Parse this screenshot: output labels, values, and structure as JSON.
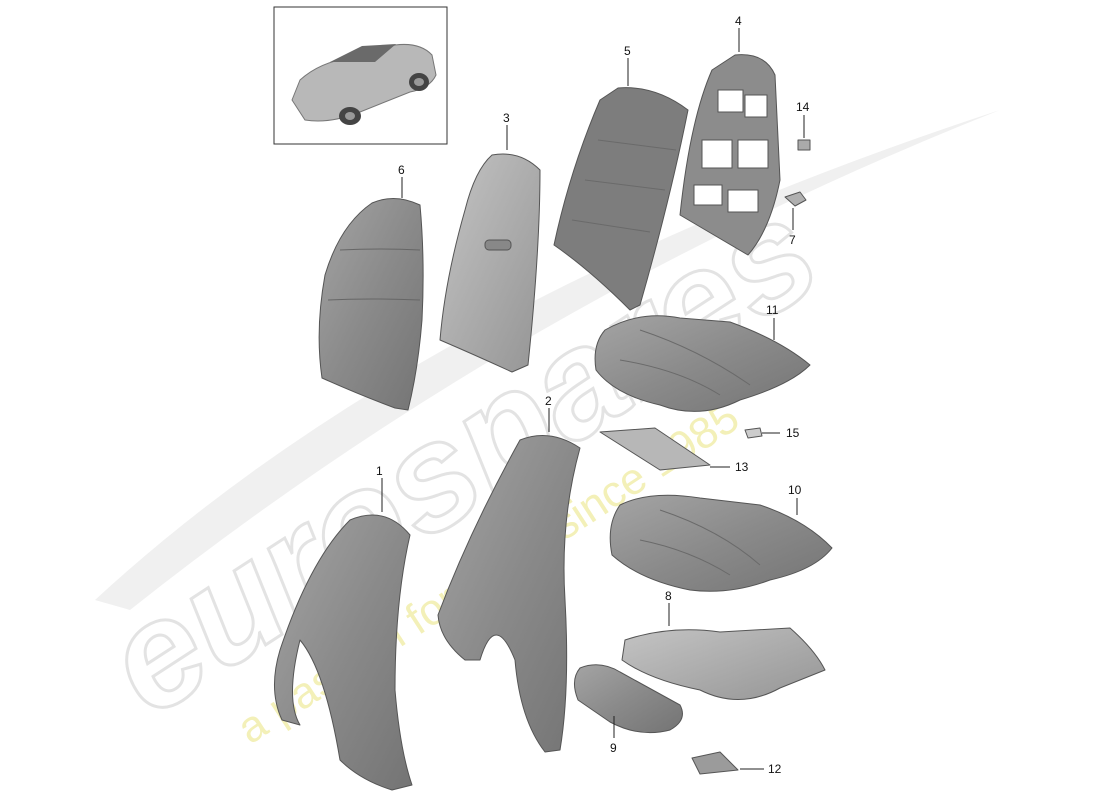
{
  "watermark": {
    "brand": "eurospares",
    "tagline": "a passion for parts since 1985"
  },
  "thumbnail": {
    "icon": "car-thumbnail-icon"
  },
  "callouts": [
    {
      "id": "1",
      "label": "1"
    },
    {
      "id": "2",
      "label": "2"
    },
    {
      "id": "3",
      "label": "3"
    },
    {
      "id": "4",
      "label": "4"
    },
    {
      "id": "5",
      "label": "5"
    },
    {
      "id": "6",
      "label": "6"
    },
    {
      "id": "7",
      "label": "7"
    },
    {
      "id": "8",
      "label": "8"
    },
    {
      "id": "9",
      "label": "9"
    },
    {
      "id": "10",
      "label": "10"
    },
    {
      "id": "11",
      "label": "11"
    },
    {
      "id": "12",
      "label": "12"
    },
    {
      "id": "13",
      "label": "13"
    },
    {
      "id": "14",
      "label": "14"
    },
    {
      "id": "15",
      "label": "15"
    }
  ],
  "colors": {
    "part_fill": "#8e8e8e",
    "part_light": "#b4b4b4",
    "part_dark": "#6f6f6f",
    "watermark_gray": "#e9e9e9",
    "watermark_yellow": "#f3f0b4"
  }
}
